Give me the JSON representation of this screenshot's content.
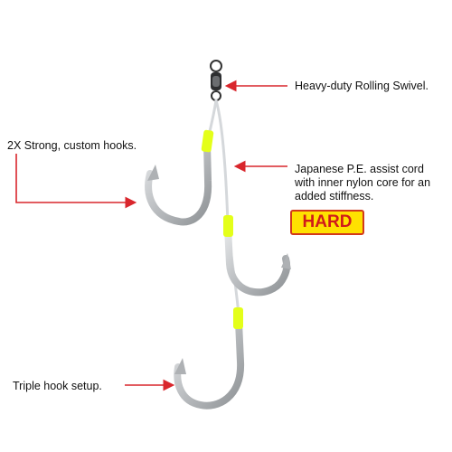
{
  "labels": {
    "swivel": "Heavy-duty Rolling Swivel.",
    "hooks": "2X Strong, custom hooks.",
    "cord_lines": [
      "Japanese P.E. assist cord",
      "with inner nylon core for an",
      "added stiffness."
    ],
    "setup": "Triple hook setup."
  },
  "badge": {
    "text": "HARD"
  },
  "colors": {
    "arrow": "#d9262c",
    "badge_fill": "#ffe100",
    "badge_text": "#d01a1a",
    "sleeve": "#e4ff1a",
    "hook_steel": "#c9ccce"
  }
}
